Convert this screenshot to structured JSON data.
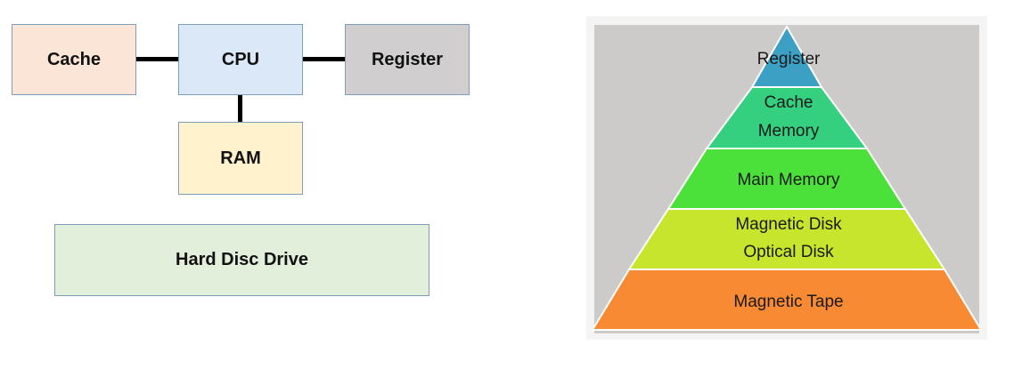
{
  "left_diagram": {
    "cache_label": "Cache",
    "cpu_label": "CPU",
    "register_label": "Register",
    "ram_label": "RAM",
    "hdd_label": "Hard Disc Drive"
  },
  "colors": {
    "cache_fill": "#fbe5d6",
    "cpu_fill": "#dae8f7",
    "register_fill": "#d0cece",
    "ram_fill": "#fff2cc",
    "hdd_fill": "#e2efda",
    "pyramid_background": "#cccbca",
    "pyramid_register": "#3c9fc4",
    "pyramid_cache": "#35cf80",
    "pyramid_main": "#4ce03a",
    "pyramid_disk": "#c7e52c",
    "pyramid_tape": "#f78a33"
  },
  "pyramid": {
    "levels": [
      {
        "lines": [
          "Register"
        ]
      },
      {
        "lines": [
          "Cache",
          "Memory"
        ]
      },
      {
        "lines": [
          "Main Memory"
        ]
      },
      {
        "lines": [
          "Magnetic Disk",
          "Optical Disk"
        ]
      },
      {
        "lines": [
          "Magnetic Tape"
        ]
      }
    ]
  }
}
